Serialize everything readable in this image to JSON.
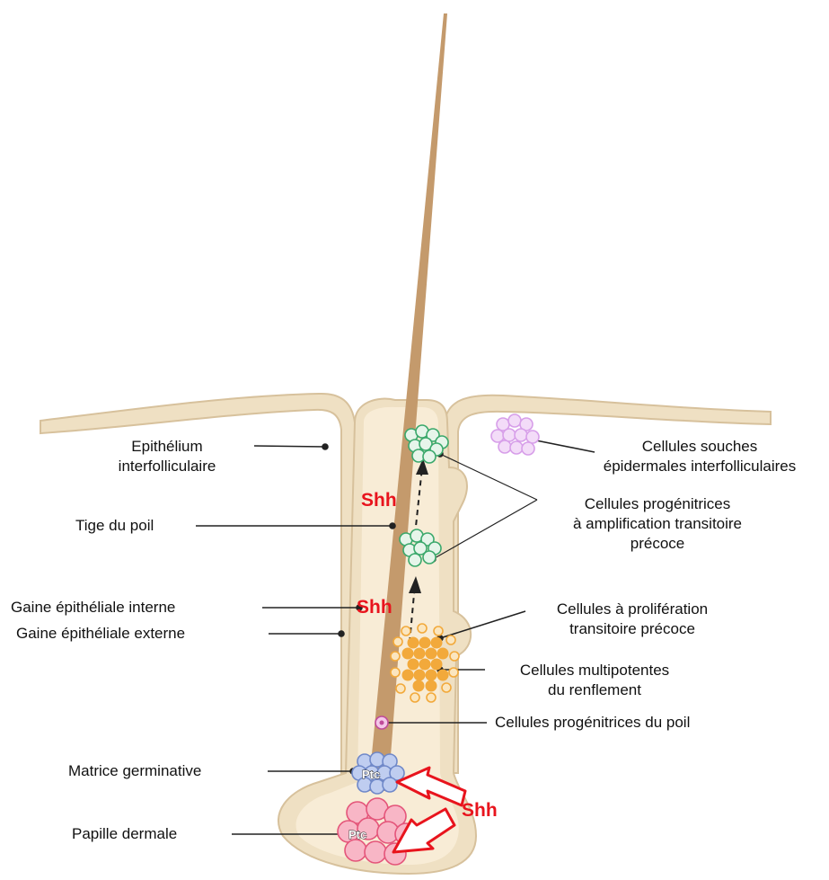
{
  "labels": {
    "epithelium": [
      "Epithélium",
      "interfolliculaire"
    ],
    "hair_shaft": "Tige du poil",
    "inner_sheath": "Gaine épithéliale interne",
    "outer_sheath": "Gaine épithéliale externe",
    "germinal_matrix": "Matrice germinative",
    "dermal_papilla": "Papille dermale",
    "stem_cells": [
      "Cellules souches",
      "épidermales interfolliculaires"
    ],
    "progenitor_amplification": [
      "Cellules progénitrices",
      "à amplification transitoire",
      "précoce"
    ],
    "transient_proliferation": [
      "Cellules à prolifération",
      "transitoire précoce"
    ],
    "multipotent_bulge": [
      "Cellules multipotentes",
      "du renflement"
    ],
    "hair_progenitor": "Cellules progénitrices du poil"
  },
  "signals": {
    "shh": "Shh",
    "ptc": "Ptc"
  },
  "colors": {
    "skin": "#efe0c3",
    "skin_stroke": "#d7c19c",
    "follicle_fill": "#f8ecd6",
    "shaft": "#c49a6c",
    "green_cells": "#3aa86b",
    "orange_cells": "#f2a93b",
    "blue_cells": "#8aa3df",
    "pink_cells": "#ef6f8f",
    "violet_cells": "#d79ee9",
    "shh_red": "#e8141d"
  }
}
